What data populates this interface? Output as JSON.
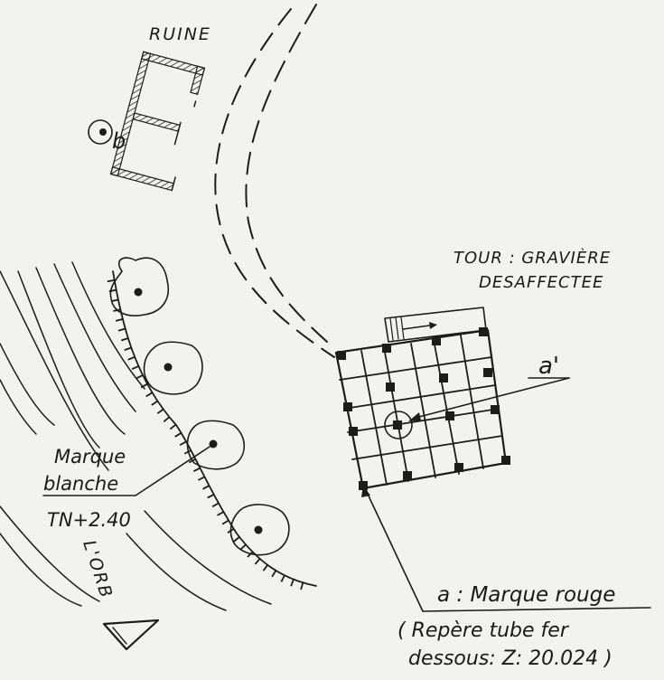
{
  "colors": {
    "paper": "#f4f2ec",
    "ink": "#1c1c1c"
  },
  "labels": {
    "ruine": "RUINE",
    "point_b": "b",
    "tour_line1": "TOUR : GRAVIÈRE",
    "tour_line2": "DESAFFECTEE",
    "point_a_prime": "a'",
    "marque_line1": "Marque",
    "marque_line2": "blanche",
    "tn": "TN+2.40",
    "river": "L'ORB",
    "marque_rouge": "a : Marque rouge",
    "repere_line1": "( Repère tube fer",
    "repere_line2": "dessous: Z: 20.024 )"
  }
}
